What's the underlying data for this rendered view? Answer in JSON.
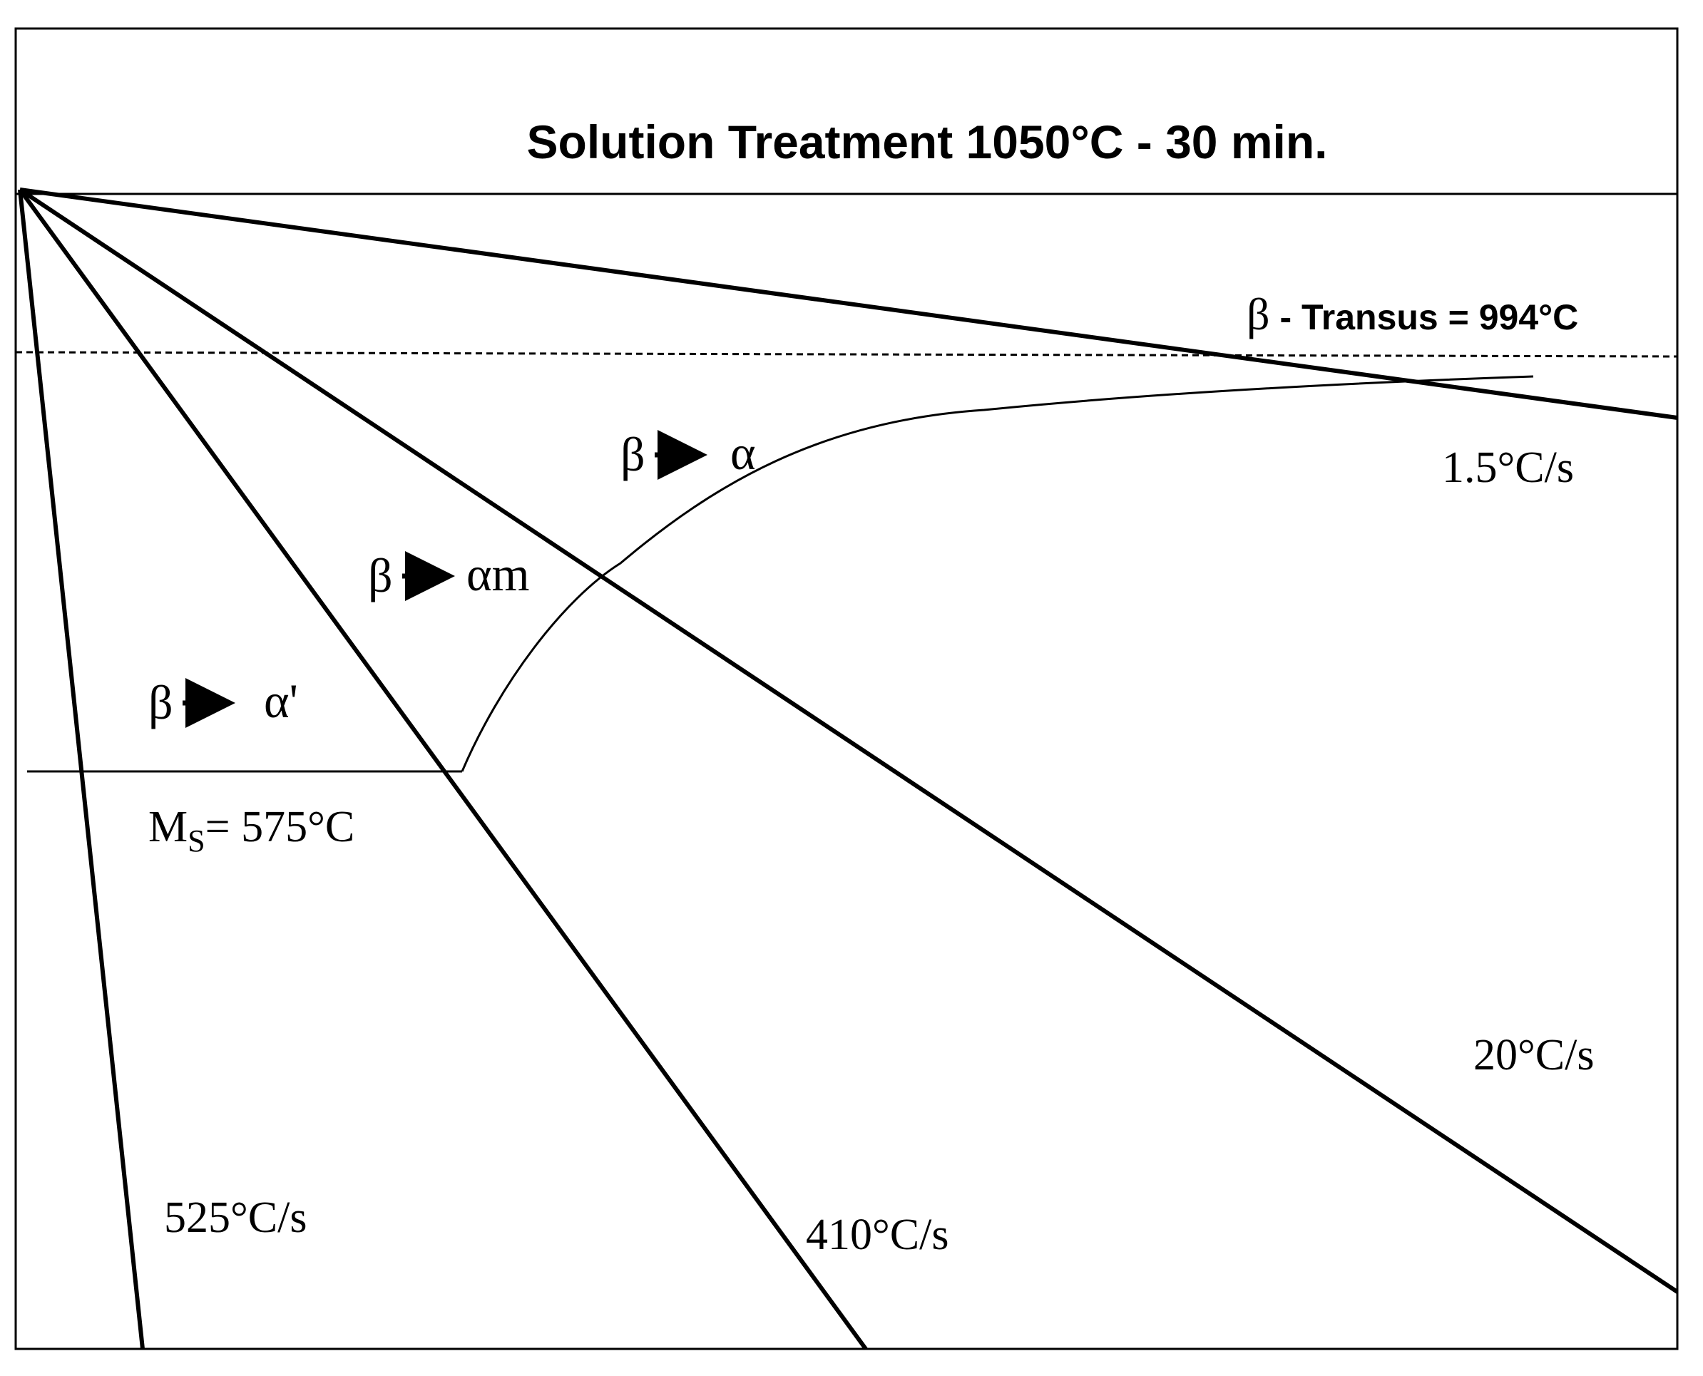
{
  "title": "Solution Treatment 1050°C - 30 min.",
  "beta_transus": {
    "symbol": "β",
    "text": " - Transus = 994°C"
  },
  "ms_label": {
    "main": "M",
    "sub": "S",
    "rest": "= 575°C"
  },
  "transformations": {
    "beta_alpha": {
      "beta": "β",
      "alpha": "α"
    },
    "beta_alpha_m": {
      "beta": "β",
      "alpha": "αm"
    },
    "beta_alpha_prime": {
      "beta": "β",
      "alpha": "α'"
    }
  },
  "cooling_rates": {
    "rate_1_5": "1.5°C/s",
    "rate_20": "20°C/s",
    "rate_410": "410°C/s",
    "rate_525": "525°C/s"
  },
  "colors": {
    "line": "#000000",
    "background": "#ffffff"
  }
}
